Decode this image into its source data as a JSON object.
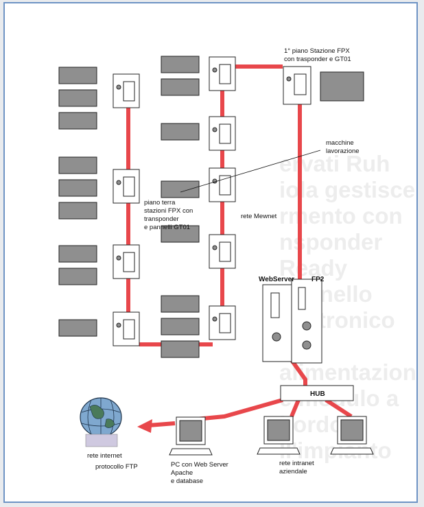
{
  "labels": {
    "floor1": [
      "1° piano Stazione FPX",
      "con trasponder e GT01"
    ],
    "machines": [
      "macchine",
      "lavorazione"
    ],
    "ground": [
      "piano terra",
      "stazioni FPX con",
      "transponder",
      "e pannelli GT01"
    ],
    "mewnet": "rete Mewnet",
    "webserver": "WebServer",
    "fp2": "FP2",
    "hub": "HUB",
    "internet": "rete internet",
    "ftp": "protocollo FTP",
    "pc": [
      "PC con Web Server",
      "Apache",
      "e database"
    ],
    "intranet": [
      "rete intranet",
      "aziendale"
    ]
  },
  "background_text": [
    "ervati Ruh",
    "iola gestisce",
    "rmento con",
    "nsponder Ready",
    "pannello elettronico",
    "e alimentazione",
    "e modulo a bordo",
    "ll'impianto"
  ],
  "colors": {
    "link": "#e8474b",
    "machine": "#8f8f8f",
    "frame": "#6d93c4"
  }
}
